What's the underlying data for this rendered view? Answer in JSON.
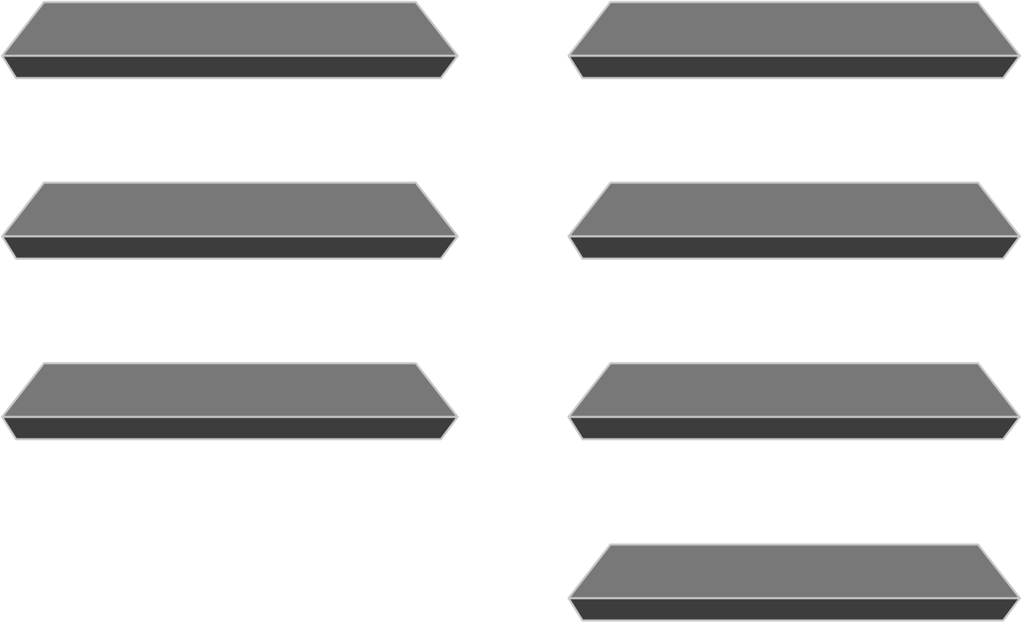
{
  "colors": {
    "background": "#ffffff",
    "top_face": "#787878",
    "front_face": "#3d3d3d",
    "edge": "#c8c8c8"
  },
  "columns": [
    {
      "name": "left",
      "shelf_count": 3
    },
    {
      "name": "right",
      "shelf_count": 4
    }
  ],
  "shape": "beveled-slab"
}
